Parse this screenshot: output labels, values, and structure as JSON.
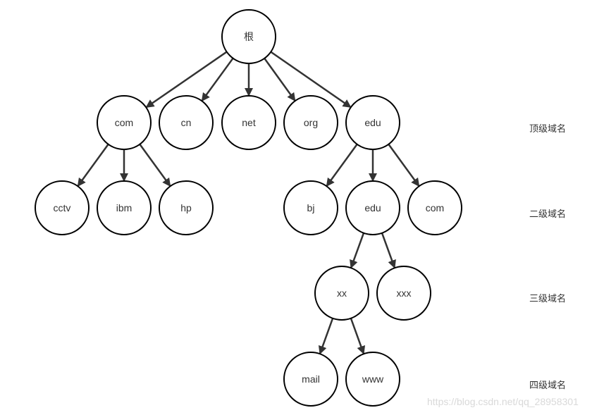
{
  "diagram": {
    "nodes": [
      {
        "id": "root",
        "label": "根"
      },
      {
        "id": "com",
        "label": "com"
      },
      {
        "id": "cn",
        "label": "cn"
      },
      {
        "id": "net",
        "label": "net"
      },
      {
        "id": "org",
        "label": "org"
      },
      {
        "id": "edu",
        "label": "edu"
      },
      {
        "id": "cctv",
        "label": "cctv"
      },
      {
        "id": "ibm",
        "label": "ibm"
      },
      {
        "id": "hp",
        "label": "hp"
      },
      {
        "id": "bj",
        "label": "bj"
      },
      {
        "id": "edu2",
        "label": "edu"
      },
      {
        "id": "com2",
        "label": "com"
      },
      {
        "id": "xx",
        "label": "xx"
      },
      {
        "id": "xxx",
        "label": "xxx"
      },
      {
        "id": "mail",
        "label": "mail"
      },
      {
        "id": "www",
        "label": "www"
      }
    ],
    "edges": [
      [
        "root",
        "com"
      ],
      [
        "root",
        "cn"
      ],
      [
        "root",
        "net"
      ],
      [
        "root",
        "org"
      ],
      [
        "root",
        "edu"
      ],
      [
        "com",
        "cctv"
      ],
      [
        "com",
        "ibm"
      ],
      [
        "com",
        "hp"
      ],
      [
        "edu",
        "bj"
      ],
      [
        "edu",
        "edu2"
      ],
      [
        "edu",
        "com2"
      ],
      [
        "edu2",
        "xx"
      ],
      [
        "edu2",
        "xxx"
      ],
      [
        "xx",
        "mail"
      ],
      [
        "xx",
        "www"
      ]
    ]
  },
  "levels": {
    "top": "顶级域名",
    "second": "二级域名",
    "third": "三级域名",
    "fourth": "四级域名"
  },
  "watermark": "https://blog.csdn.net/qq_28958301"
}
